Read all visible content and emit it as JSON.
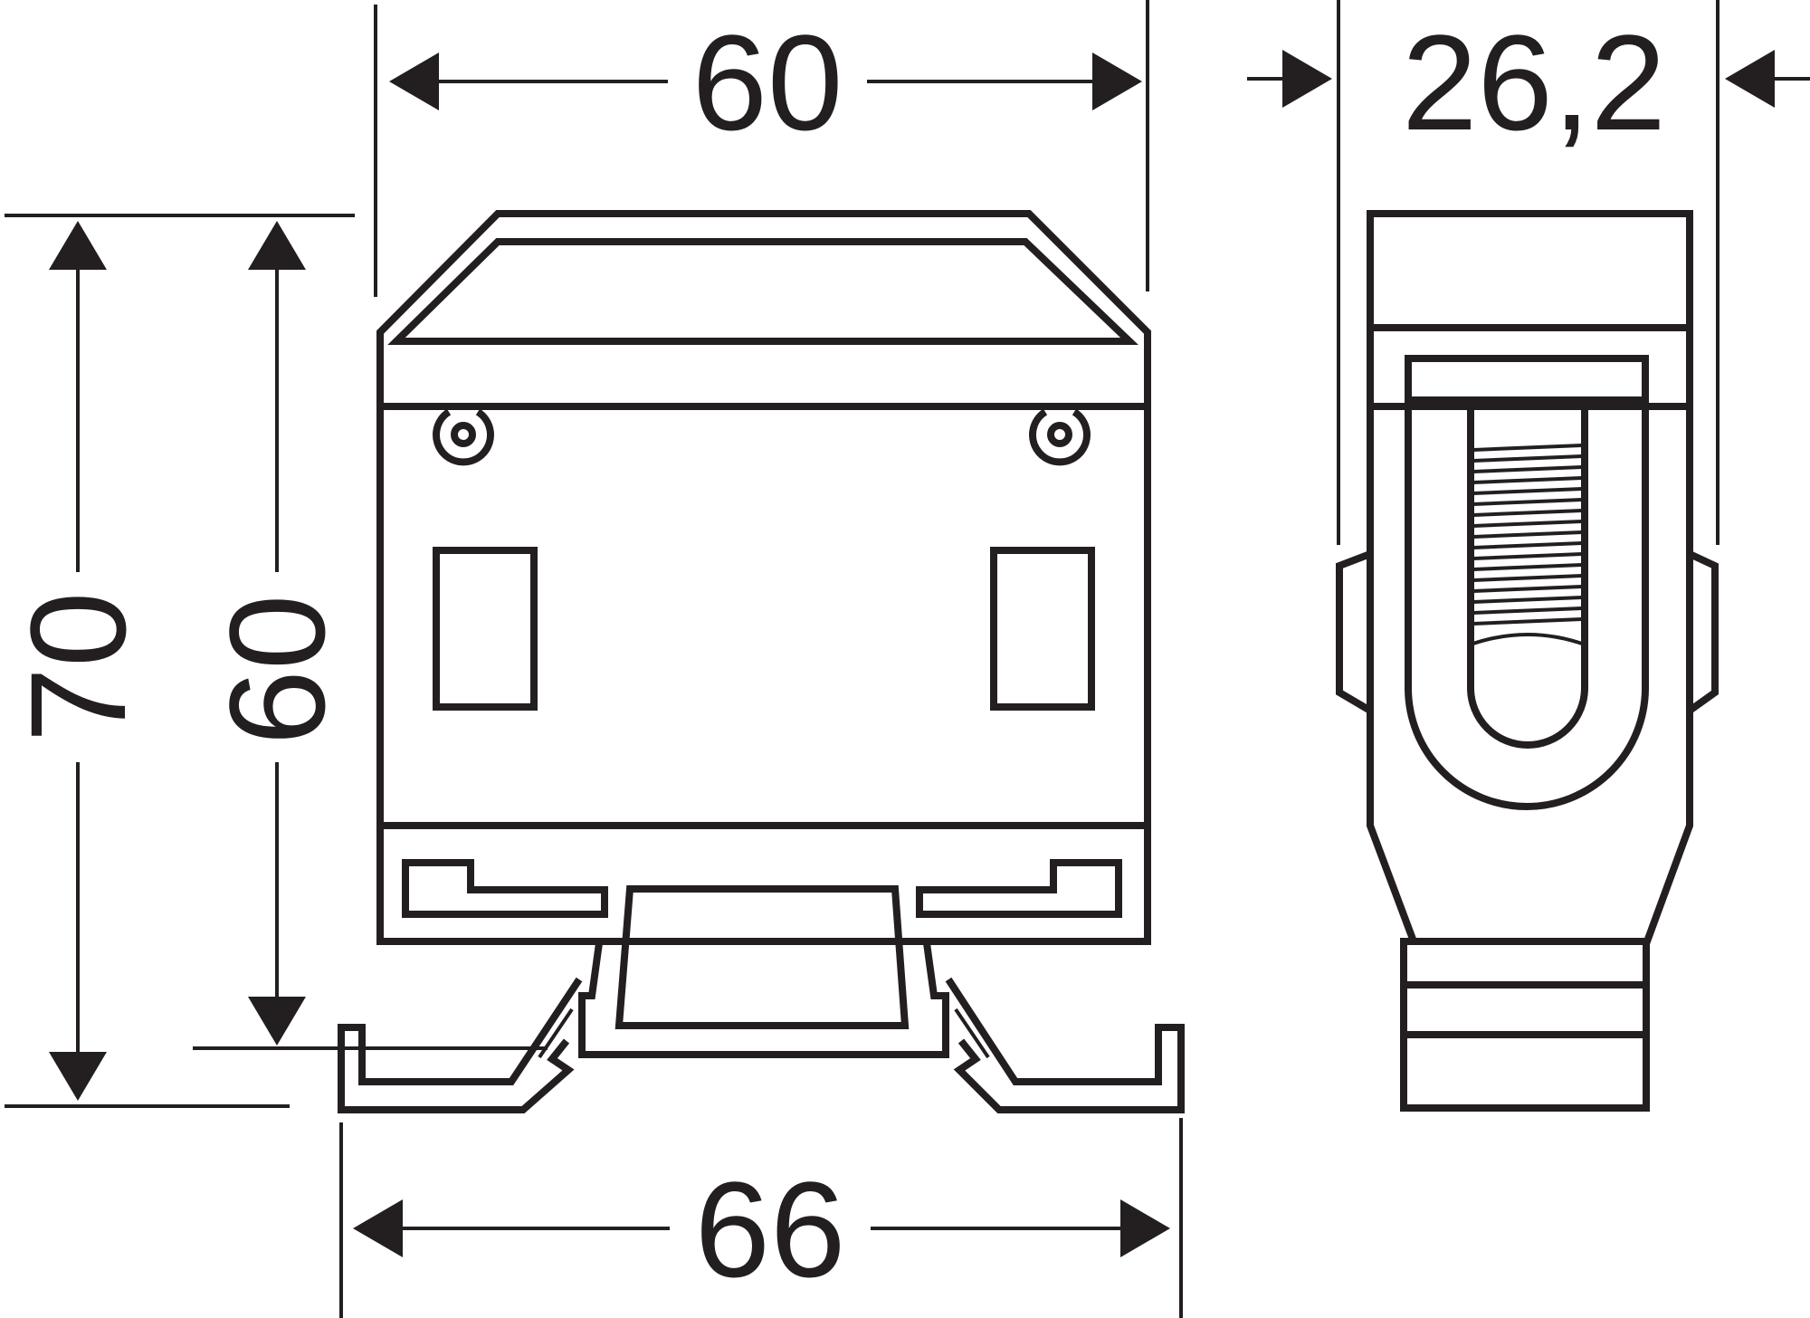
{
  "dimensions": {
    "top_width": "60",
    "side_width": "26,2",
    "total_height": "70",
    "inner_height": "60",
    "base_width": "66"
  },
  "colors": {
    "ink": "#231f20",
    "background": "#ffffff"
  }
}
